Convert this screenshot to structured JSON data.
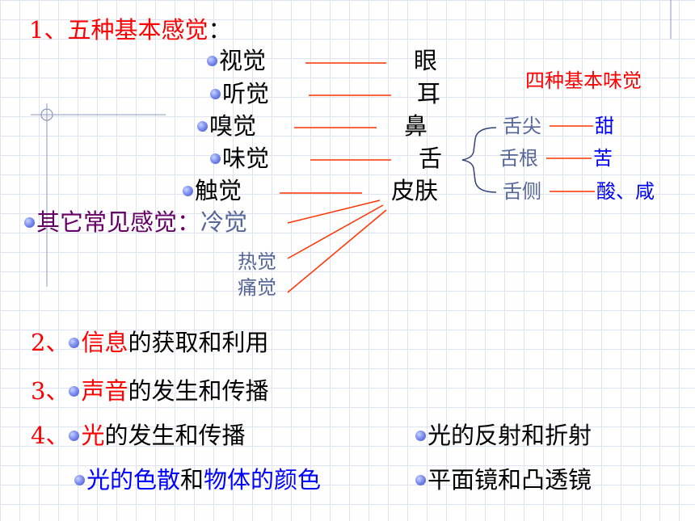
{
  "heading": {
    "number": "1、",
    "title": "五种基本感觉",
    "colon": "："
  },
  "senses": [
    {
      "sense": "视觉",
      "organ": "眼"
    },
    {
      "sense": "听觉",
      "organ": "耳"
    },
    {
      "sense": "嗅觉",
      "organ": "鼻"
    },
    {
      "sense": "味觉",
      "organ": "舌"
    },
    {
      "sense": "触觉",
      "organ": "皮肤"
    }
  ],
  "other_senses": {
    "label": "其它常见感觉：",
    "items": [
      "冷觉",
      "热觉",
      "痛觉"
    ]
  },
  "taste": {
    "title": "四种基本味觉",
    "rows": [
      {
        "part": "舌尖",
        "taste": "甜"
      },
      {
        "part": "舌根",
        "taste": "苦"
      },
      {
        "part": "舌侧",
        "taste": "酸、咸"
      }
    ]
  },
  "topics": {
    "t2": {
      "number": "2、",
      "highlight": "信息",
      "rest": "的获取和利用"
    },
    "t3": {
      "number": "3、",
      "highlight": "声音",
      "rest": "的发生和传播"
    },
    "t4": {
      "number": "4、",
      "highlight": "光",
      "rest": "的发生和传播"
    },
    "t4b": "光的反射和折射",
    "t5": {
      "part1": "光的色散",
      "mid": "和",
      "part2": "物体的颜色"
    },
    "t5b": "平面镜和凸透镜"
  }
}
